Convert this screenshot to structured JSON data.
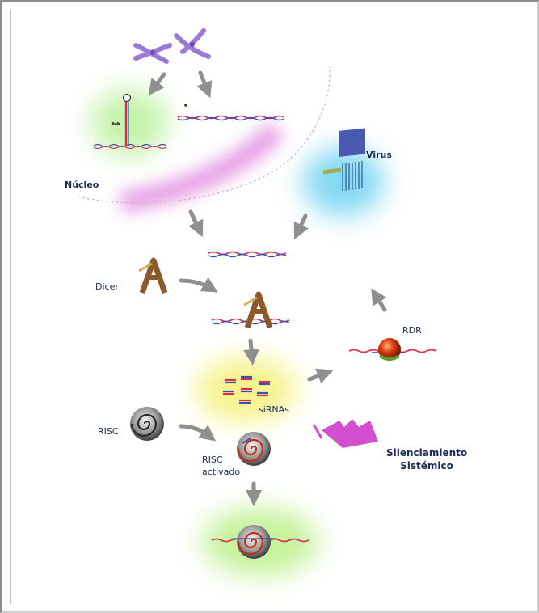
{
  "labels": {
    "nucleus": "Núcleo",
    "virus": "Virus",
    "dicer": "Dicer",
    "rdr": "RDR",
    "sirnas": "siRNAs",
    "risc": "RISC",
    "risc_activated_line1": "RISC",
    "risc_activated_line2": "activado",
    "systemic_line1": "Silenciamiento",
    "systemic_line2": "Sistémico"
  },
  "colors": {
    "arrow": "#8f8f8f",
    "rna_red": "#d63050",
    "rna_blue": "#3a4fb0",
    "nucleus_magenta": "#d24fd0",
    "virus_cyan": "#4fc8ee",
    "green_glow": "#98e86a",
    "sirna_yellow": "#f4f070",
    "chromosome_purple": "#9a7ad8",
    "dicer_brown": "#8a5a2a",
    "rdr_red": "#cc2200",
    "label_navy": "#1b2a5a"
  },
  "icons": [
    "chromosome-icon",
    "hairpin-rna-icon",
    "virus-particle-icon",
    "dicer-enzyme-icon",
    "rdr-enzyme-icon",
    "risc-complex-icon",
    "systemic-signal-icon"
  ]
}
